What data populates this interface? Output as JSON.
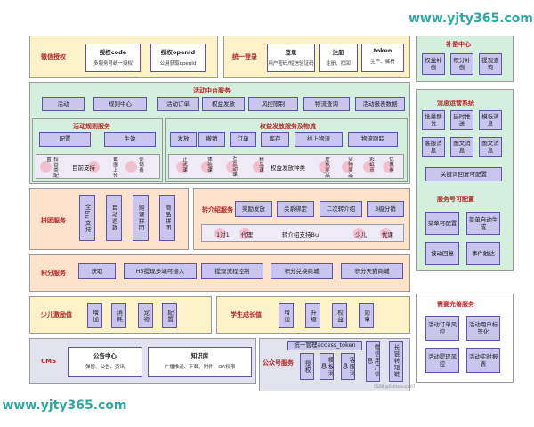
{
  "watermark_top": "www.yjty365.com",
  "watermark_bottom": "www.yjty365.com",
  "credit": "CSDN @Dstitanium007",
  "wechat_auth": {
    "title": "微信授权",
    "cards": [
      {
        "title": "授权code",
        "sub": "多服务号统一授权"
      },
      {
        "title": "授权openId",
        "sub": "公用获取openId"
      }
    ]
  },
  "login": {
    "title": "统一登录",
    "cards": [
      {
        "title": "登录",
        "sub": "用户密码/短信验证码"
      },
      {
        "title": "注册",
        "sub": "注册、找回"
      },
      {
        "title": "token",
        "sub": "生产、解析"
      }
    ]
  },
  "activity_center": {
    "title": "活动中台服务",
    "items": [
      "活动",
      "规则中心",
      "活动订单",
      "权益发放",
      "风控限制",
      "物流查询",
      "活动报表数据"
    ]
  },
  "rule_service": {
    "title": "活动规则服务",
    "items": [
      "配置",
      "生效"
    ],
    "types": [
      "权益类配置",
      "目前支持",
      "截图上传",
      "促销费"
    ]
  },
  "rights_service": {
    "title": "权益发放服务及物流",
    "items": [
      "发放",
      "撤销",
      "订单",
      "库存",
      "线上物流",
      "物流跟踪"
    ],
    "types": [
      "正式课",
      "体验课",
      "AI互动课",
      "精品课",
      "虚拟奖品",
      "实物奖品",
      "彩虹币",
      "优惠券"
    ],
    "middle": "权益发放种类"
  },
  "group_service": {
    "title": "拼团服务",
    "items": [
      "全bu支持",
      "自动退款",
      "购课拼团",
      "商品拼团"
    ]
  },
  "referral_service": {
    "title": "转介绍服务",
    "items": [
      "奖励发放",
      "关系绑定",
      "二次转介绍",
      "3级分销"
    ],
    "types": [
      "1对1",
      "代理",
      "少儿",
      "优课"
    ],
    "middle": "转介绍支持Bu"
  },
  "points_service": {
    "title": "积分服务",
    "items": [
      "获取",
      "H5提现多端可接入",
      "提现流程控制",
      "积分兑换商城",
      "积分天猫商城"
    ]
  },
  "kids_incentive": {
    "title": "少儿激励值",
    "items": [
      "增加",
      "消耗",
      "宠物",
      "配置"
    ]
  },
  "student_growth": {
    "title": "学生成长值",
    "items": [
      "增加",
      "升级",
      "权益",
      "勋章"
    ]
  },
  "cms": {
    "title": "CMS",
    "cards": [
      {
        "title": "公告中心",
        "sub": "弹窗、公告、资讯"
      },
      {
        "title": "知识库",
        "sub": "广播推送、下载、附件、OA权限"
      }
    ]
  },
  "official_account": {
    "title": "公众号服务",
    "unified": "统一管理access_token",
    "items": [
      "授权",
      "模板消息",
      "客服消息"
    ],
    "user_info": "微信用户信息",
    "short_link": "长链转短链"
  },
  "compensation": {
    "title": "补偿中心",
    "items": [
      "权益补偿",
      "积分补偿",
      "提现查询"
    ]
  },
  "message_ops": {
    "title": "消息运营系统",
    "items": [
      "批量群发",
      "延时推送",
      "模板消息",
      "客服消息",
      "图文消息",
      "图文消息"
    ],
    "keyword": "关键词回复可配置"
  },
  "service_account_config": {
    "title": "服务号可配置",
    "items": [
      "菜单可配置",
      "菜单自动生成",
      "被动回复",
      "事件触达"
    ]
  },
  "needs_improvement": {
    "title": "需要完善服务",
    "items": [
      "活动订单风控",
      "活动用户标签化",
      "活动提现风控",
      "活动实时报表"
    ]
  }
}
